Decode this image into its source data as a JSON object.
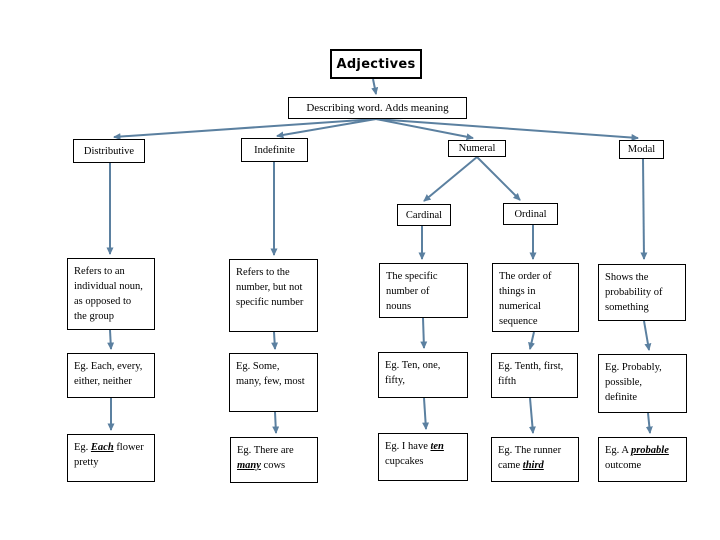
{
  "colors": {
    "arrow": "#5b80a0",
    "box_border": "#000000",
    "background": "#ffffff"
  },
  "tree": {
    "root": "Adjectives",
    "definition": "Describing word. Adds meaning",
    "level1": [
      "Distributive",
      "Indefinite",
      "Numeral",
      "Modal"
    ],
    "numeral_children": [
      "Cardinal",
      "Ordinal"
    ]
  },
  "columns": [
    {
      "category": "Distributive",
      "description": "Refers to an\nindividual noun,\nas opposed to\nthe group",
      "example_words": "Eg. Each, every,\neither, neither",
      "example_sentence": {
        "prefix": "Eg. ",
        "highlight": "Each",
        "suffix": " flower\npretty"
      }
    },
    {
      "category": "Indefinite",
      "description": "Refers to the\nnumber, but not\nspecific number",
      "example_words": "Eg. Some,\nmany, few, most",
      "example_sentence": {
        "prefix": "Eg. There are\n",
        "highlight": "many",
        "suffix": " cows"
      }
    },
    {
      "category": "Cardinal",
      "description": "The specific\nnumber of\nnouns",
      "example_words": "Eg. Ten, one,\nfifty,",
      "example_sentence": {
        "prefix": "Eg. I have ",
        "highlight": "ten",
        "suffix": "\ncupcakes"
      }
    },
    {
      "category": "Ordinal",
      "description": "The order of\nthings in\nnumerical\nsequence",
      "example_words": "Eg. Tenth, first,\nfifth",
      "example_sentence": {
        "prefix": "Eg. The runner\ncame ",
        "highlight": "third",
        "suffix": ""
      }
    },
    {
      "category": "Modal",
      "description": "Shows the\nprobability of\nsomething",
      "example_words": "Eg. Probably,\npossible,\ndefinite",
      "example_sentence": {
        "prefix": "Eg. A ",
        "highlight": "probable",
        "suffix": "\noutcome"
      }
    }
  ]
}
